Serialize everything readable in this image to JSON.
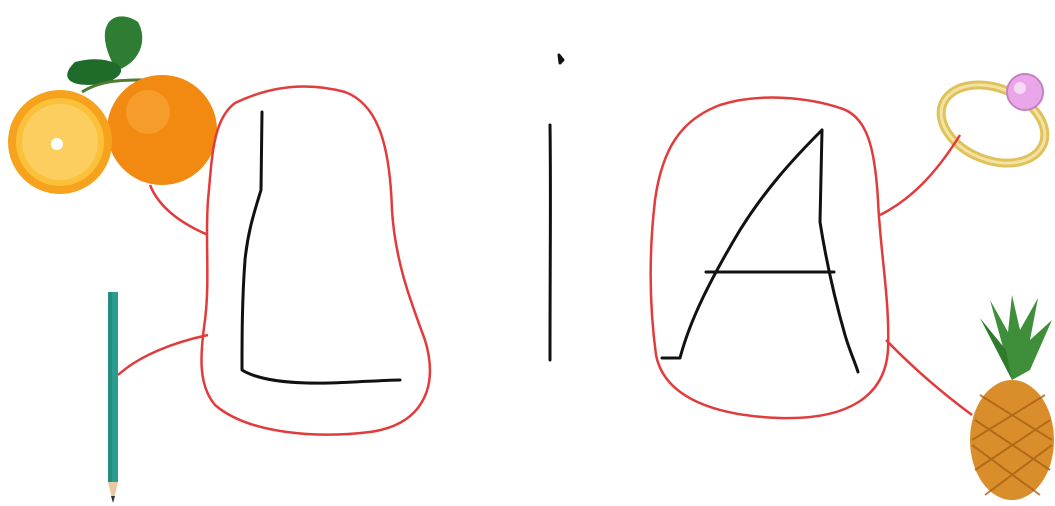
{
  "drawing": {
    "letters": [
      "L",
      "i",
      "A"
    ],
    "pictures": {
      "left": [
        "orange",
        "pencil"
      ],
      "right": [
        "ring",
        "pineapple"
      ]
    },
    "colors": {
      "outline": "#e23b3b",
      "ink": "#111111",
      "orange": "#f7931e",
      "leaf": "#2e7d32",
      "pencil": "#2a9d8f",
      "ring_gold": "#e0c25c",
      "gem": "#e9a6e8",
      "pineapple_body": "#d98e2b",
      "pineapple_leaves": "#3f8f3a"
    }
  }
}
